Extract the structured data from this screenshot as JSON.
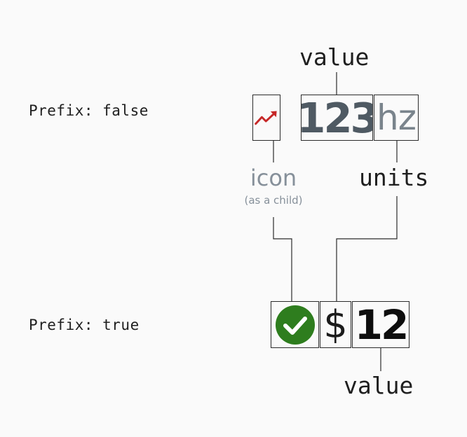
{
  "rows": {
    "top": {
      "label": "Prefix: false",
      "value": "123",
      "units": "hz",
      "icon": "trending-up-icon",
      "icon_color": "#c62828"
    },
    "bottom": {
      "label": "Prefix: true",
      "units": "$",
      "value": "12",
      "icon": "check-circle-icon",
      "icon_color": "#2e7d1e"
    }
  },
  "annotations": {
    "value_top": "value",
    "icon": "icon",
    "icon_note": "(as a child)",
    "units": "units",
    "value_bottom": "value"
  }
}
